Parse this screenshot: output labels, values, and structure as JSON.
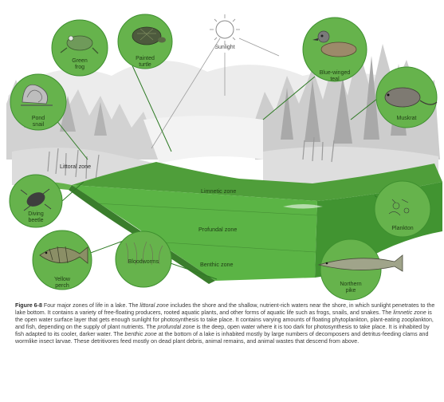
{
  "diagram": {
    "sun_label": "Sunlight",
    "zones": {
      "littoral": "Littoral zone",
      "limnetic": "Limnetic zone",
      "profundal": "Profundal zone",
      "benthic": "Benthic zone"
    },
    "organisms": [
      {
        "id": "green-frog",
        "lines": [
          "Green",
          "frog"
        ]
      },
      {
        "id": "painted-turtle",
        "lines": [
          "Painted",
          "turtle"
        ]
      },
      {
        "id": "blue-winged-teal",
        "lines": [
          "Blue-winged",
          "teal"
        ]
      },
      {
        "id": "muskrat",
        "lines": [
          "Muskrat"
        ]
      },
      {
        "id": "pond-snail",
        "lines": [
          "Pond",
          "snail"
        ]
      },
      {
        "id": "diving-beetle",
        "lines": [
          "Diving",
          "beetle"
        ]
      },
      {
        "id": "plankton",
        "lines": [
          "Plankton"
        ]
      },
      {
        "id": "yellow-perch",
        "lines": [
          "Yellow",
          "perch"
        ]
      },
      {
        "id": "bloodworms",
        "lines": [
          "Bloodworms"
        ]
      },
      {
        "id": "northern-pike",
        "lines": [
          "Northern",
          "pike"
        ]
      }
    ],
    "colors": {
      "water_top": "#4ea33c",
      "water_deep": "#3d8f2c",
      "water_front": "#5cb847",
      "callout_green": "#66b34c",
      "callout_line": "#3e8f2f",
      "label_text": "#1f3d15"
    }
  },
  "caption": {
    "figure_label": "Figure 6-8",
    "t1": " Four major zones of life in a lake. The ",
    "i1": "littoral zone",
    "t2": " includes the shore and the shallow, nutrient-rich waters near the shore, in which sunlight penetrates to the lake bottom. It contains a variety of free-floating producers, rooted aquatic plants, and other forms of aquatic life such as frogs, snails, and snakes. The ",
    "i2": "limnetic zone",
    "t3": " is the open water surface layer that gets enough sunlight for photosynthesis to take place. It contains varying amounts of floating phytoplankton, plant-eating zooplankton, and fish, depending on the supply of plant nutrients. The ",
    "i3": "profundal zone",
    "t4": " is the deep, open water where it is too dark for photosynthesis to take place. It is inhabited by fish adapted to its cooler, darker water. The ",
    "i4": "benthic zone",
    "t5": " at the bottom of a lake is inhabited mostly by large numbers of decomposers and detritus-feeding clams and wormlike insect larvae. These detritivores feed mostly on dead plant debris, animal remains, and animal wastes that descend from above."
  }
}
